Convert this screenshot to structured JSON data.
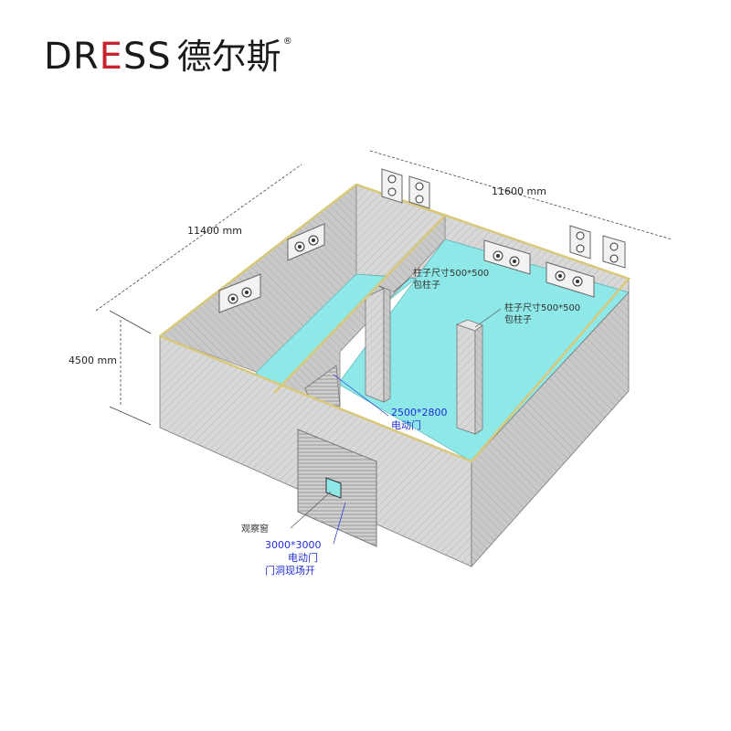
{
  "brand": {
    "latin": "DRESS",
    "chinese": "德尔斯",
    "registered": "®",
    "accent_color": "#c8232c"
  },
  "dimensions": {
    "length_label": "11600 mm",
    "width_label": "11400 mm",
    "height_label": "4500 mm"
  },
  "annotations": {
    "column_note_left": [
      "柱子尺寸500*500",
      "包柱子"
    ],
    "column_note_right": [
      "柱子尺寸500*500",
      "包柱子"
    ],
    "inner_door": [
      "2500*2800",
      "电动门"
    ],
    "window": "观察窗",
    "main_door": [
      "3000*3000",
      "电动门",
      "门洞现场开"
    ]
  },
  "colors": {
    "floor": "#8ee8e8",
    "wall": "#dcdcdc",
    "wall_top": "#f4efc8",
    "annotation_blue": "#1f2fd6"
  }
}
